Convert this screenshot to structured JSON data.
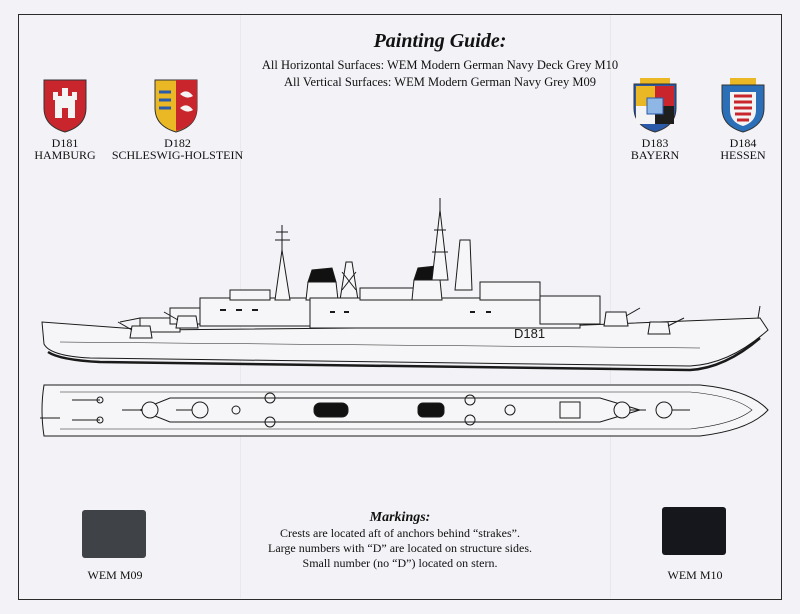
{
  "guide": {
    "title": "Painting Guide:",
    "line1": "All Horizontal Surfaces:  WEM Modern German Navy Deck Grey  M10",
    "line2": "All Vertical Surfaces:  WEM Modern German Navy Grey  M09"
  },
  "crests": [
    {
      "code": "D181",
      "name": "HAMBURG",
      "icon": "hamburg-crest-icon",
      "color": "#c8262c"
    },
    {
      "code": "D182",
      "name": "SCHLESWIG-HOLSTEIN",
      "icon": "schleswig-holstein-crest-icon",
      "color": "#e9b824"
    },
    {
      "code": "D183",
      "name": "BAYERN",
      "icon": "bayern-crest-icon",
      "color": "#2a5aa8"
    },
    {
      "code": "D184",
      "name": "HESSEN",
      "icon": "hessen-crest-icon",
      "color": "#2a6fb8"
    }
  ],
  "ship": {
    "hull_number": "D181"
  },
  "markings": {
    "title": "Markings:",
    "lines": [
      "Crests are located aft of anchors behind “strakes”.",
      "Large numbers with “D” are located on structure sides.",
      "Small number (no “D”) located on stern."
    ]
  },
  "swatches": [
    {
      "label": "WEM M09",
      "color": "#3f4246"
    },
    {
      "label": "WEM M10",
      "color": "#16171d"
    }
  ]
}
